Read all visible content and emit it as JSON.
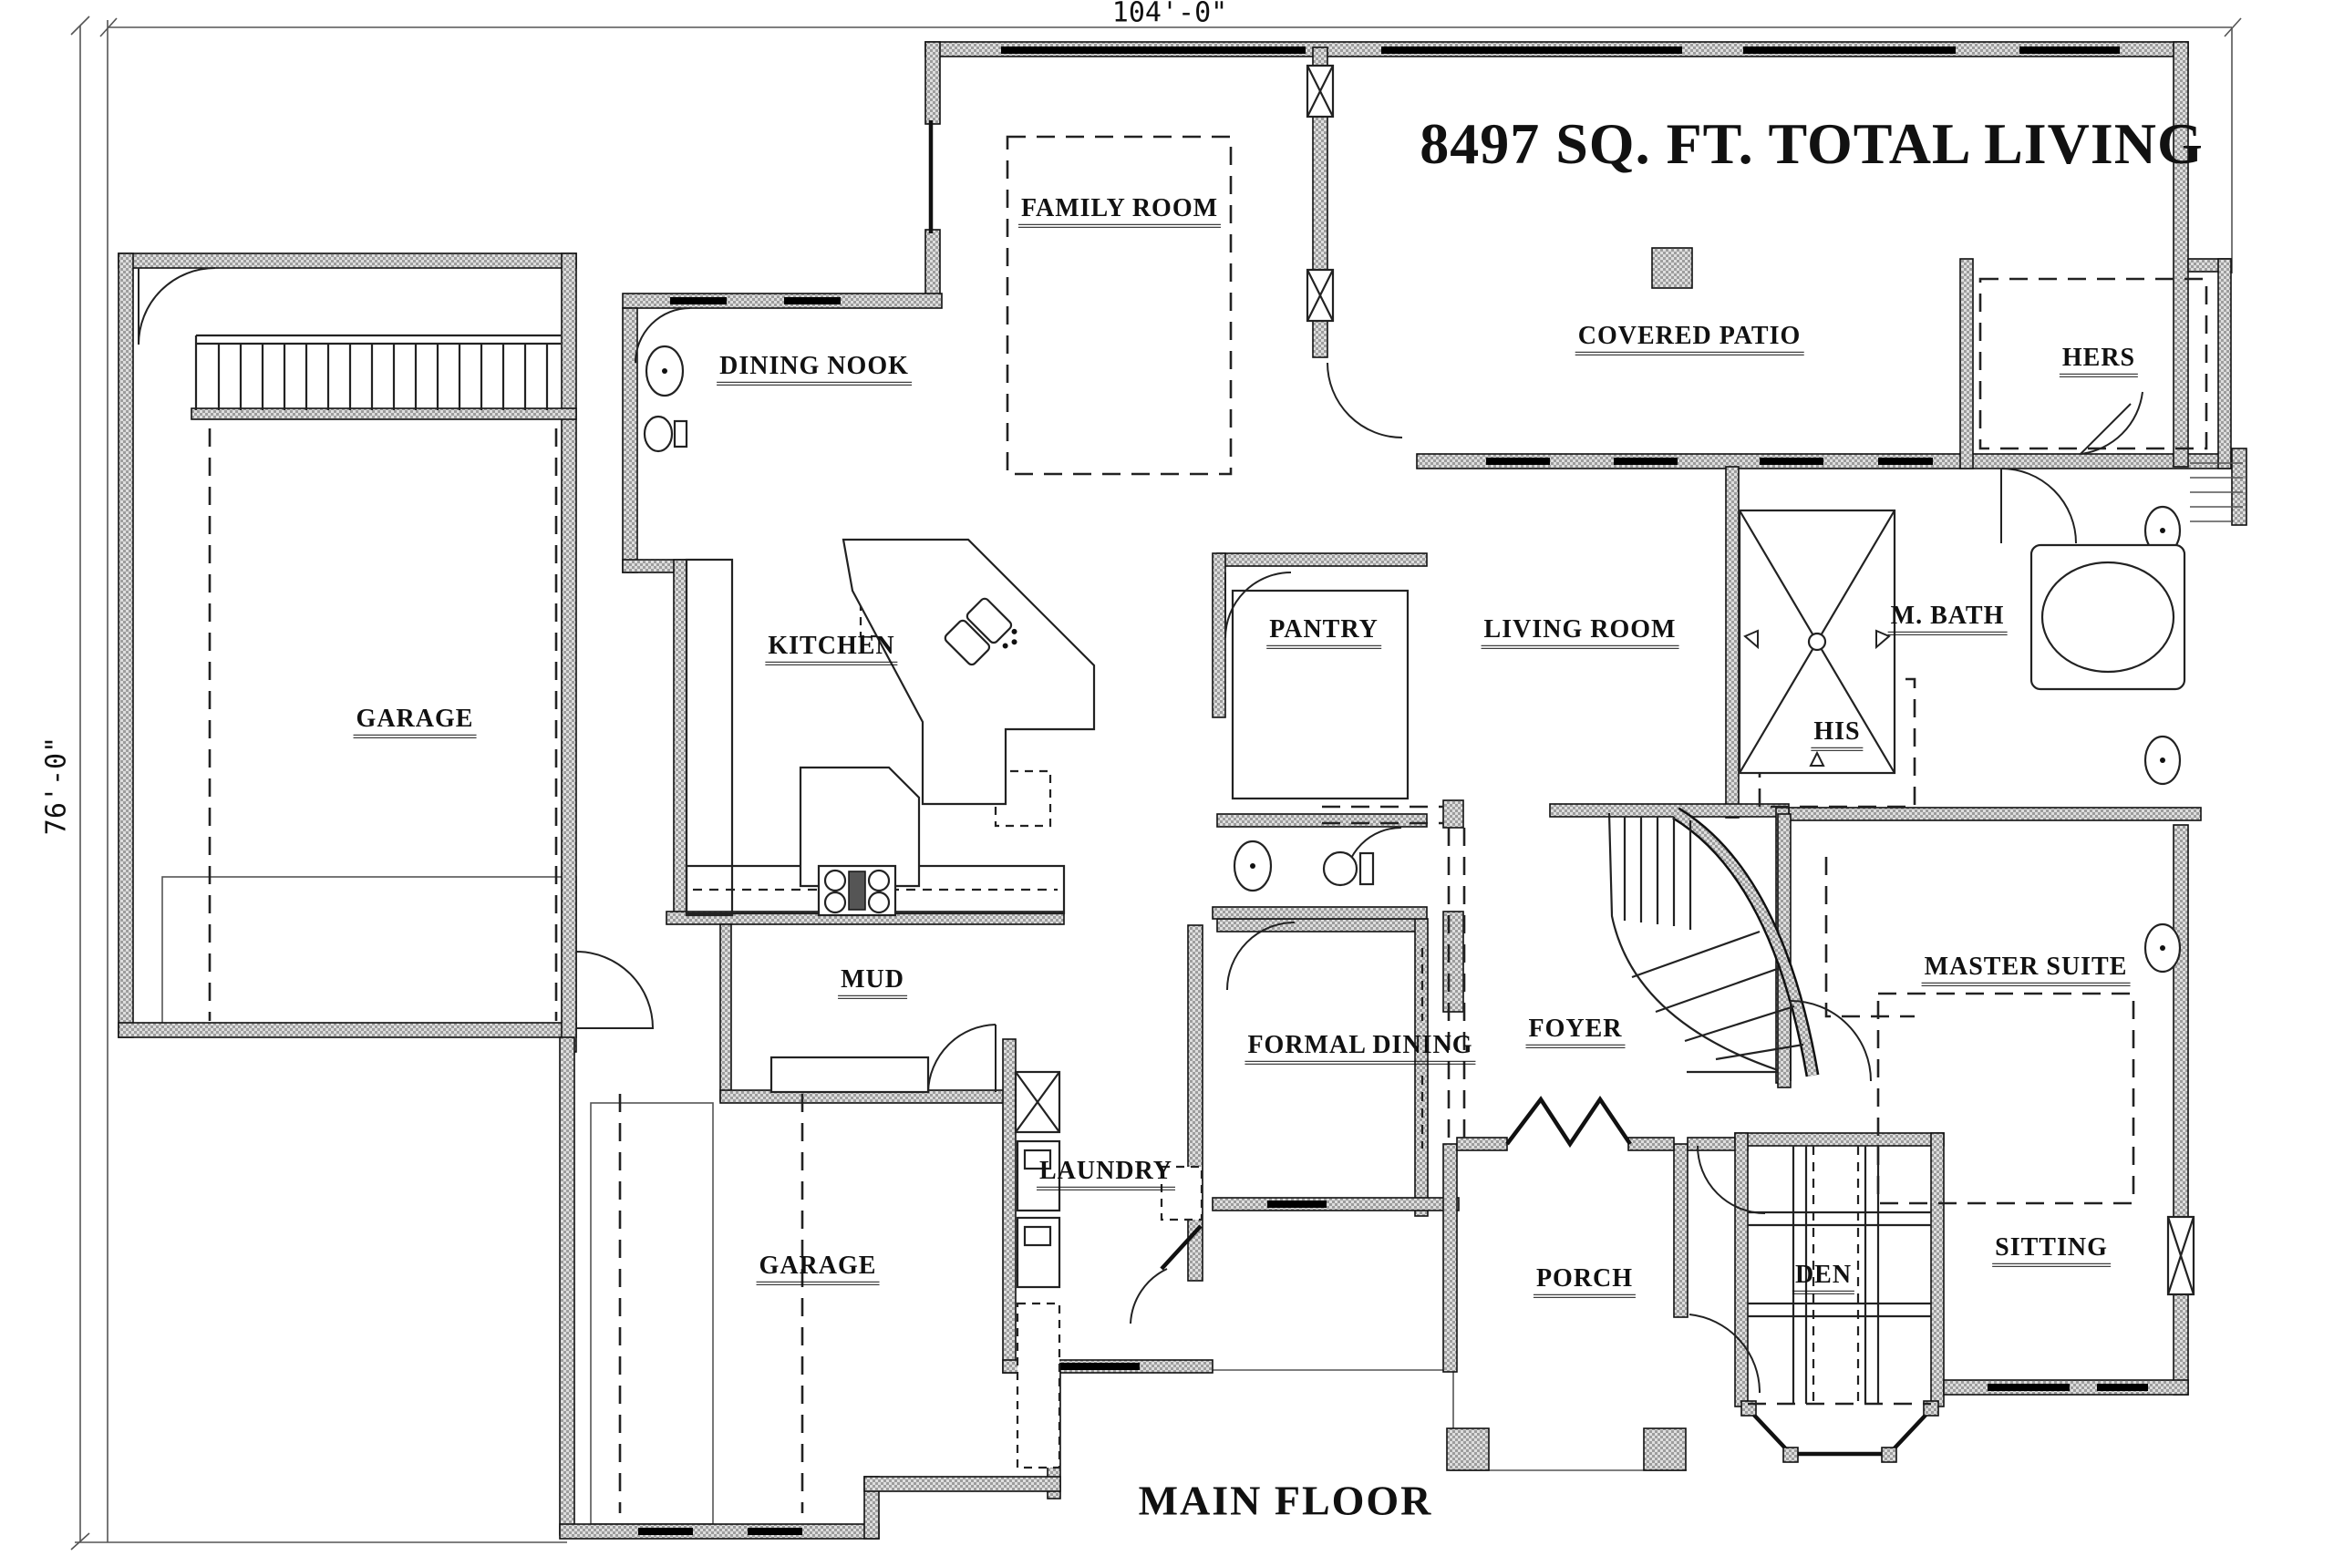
{
  "title": "8497 SQ. FT. TOTAL LIVING",
  "floor_label": "MAIN FLOOR",
  "dimensions": {
    "width": "104'-0\"",
    "height": "76'-0\""
  },
  "rooms": {
    "family_room": "FAMILY ROOM",
    "dining_nook": "DINING NOOK",
    "covered_patio": "COVERED PATIO",
    "hers": "HERS",
    "garage_main": "GARAGE",
    "kitchen": "KITCHEN",
    "pantry": "PANTRY",
    "living_room": "LIVING ROOM",
    "m_bath": "M. BATH",
    "his": "HIS",
    "mud": "MUD",
    "formal_dining": "FORMAL DINING",
    "foyer": "FOYER",
    "master_suite": "MASTER SUITE",
    "laundry": "LAUNDRY",
    "garage_lower": "GARAGE",
    "porch": "PORCH",
    "den": "DEN",
    "sitting": "SITTING"
  },
  "colors": {
    "wall_fill": "#c9c9c9",
    "line": "#111111",
    "background": "#ffffff"
  }
}
